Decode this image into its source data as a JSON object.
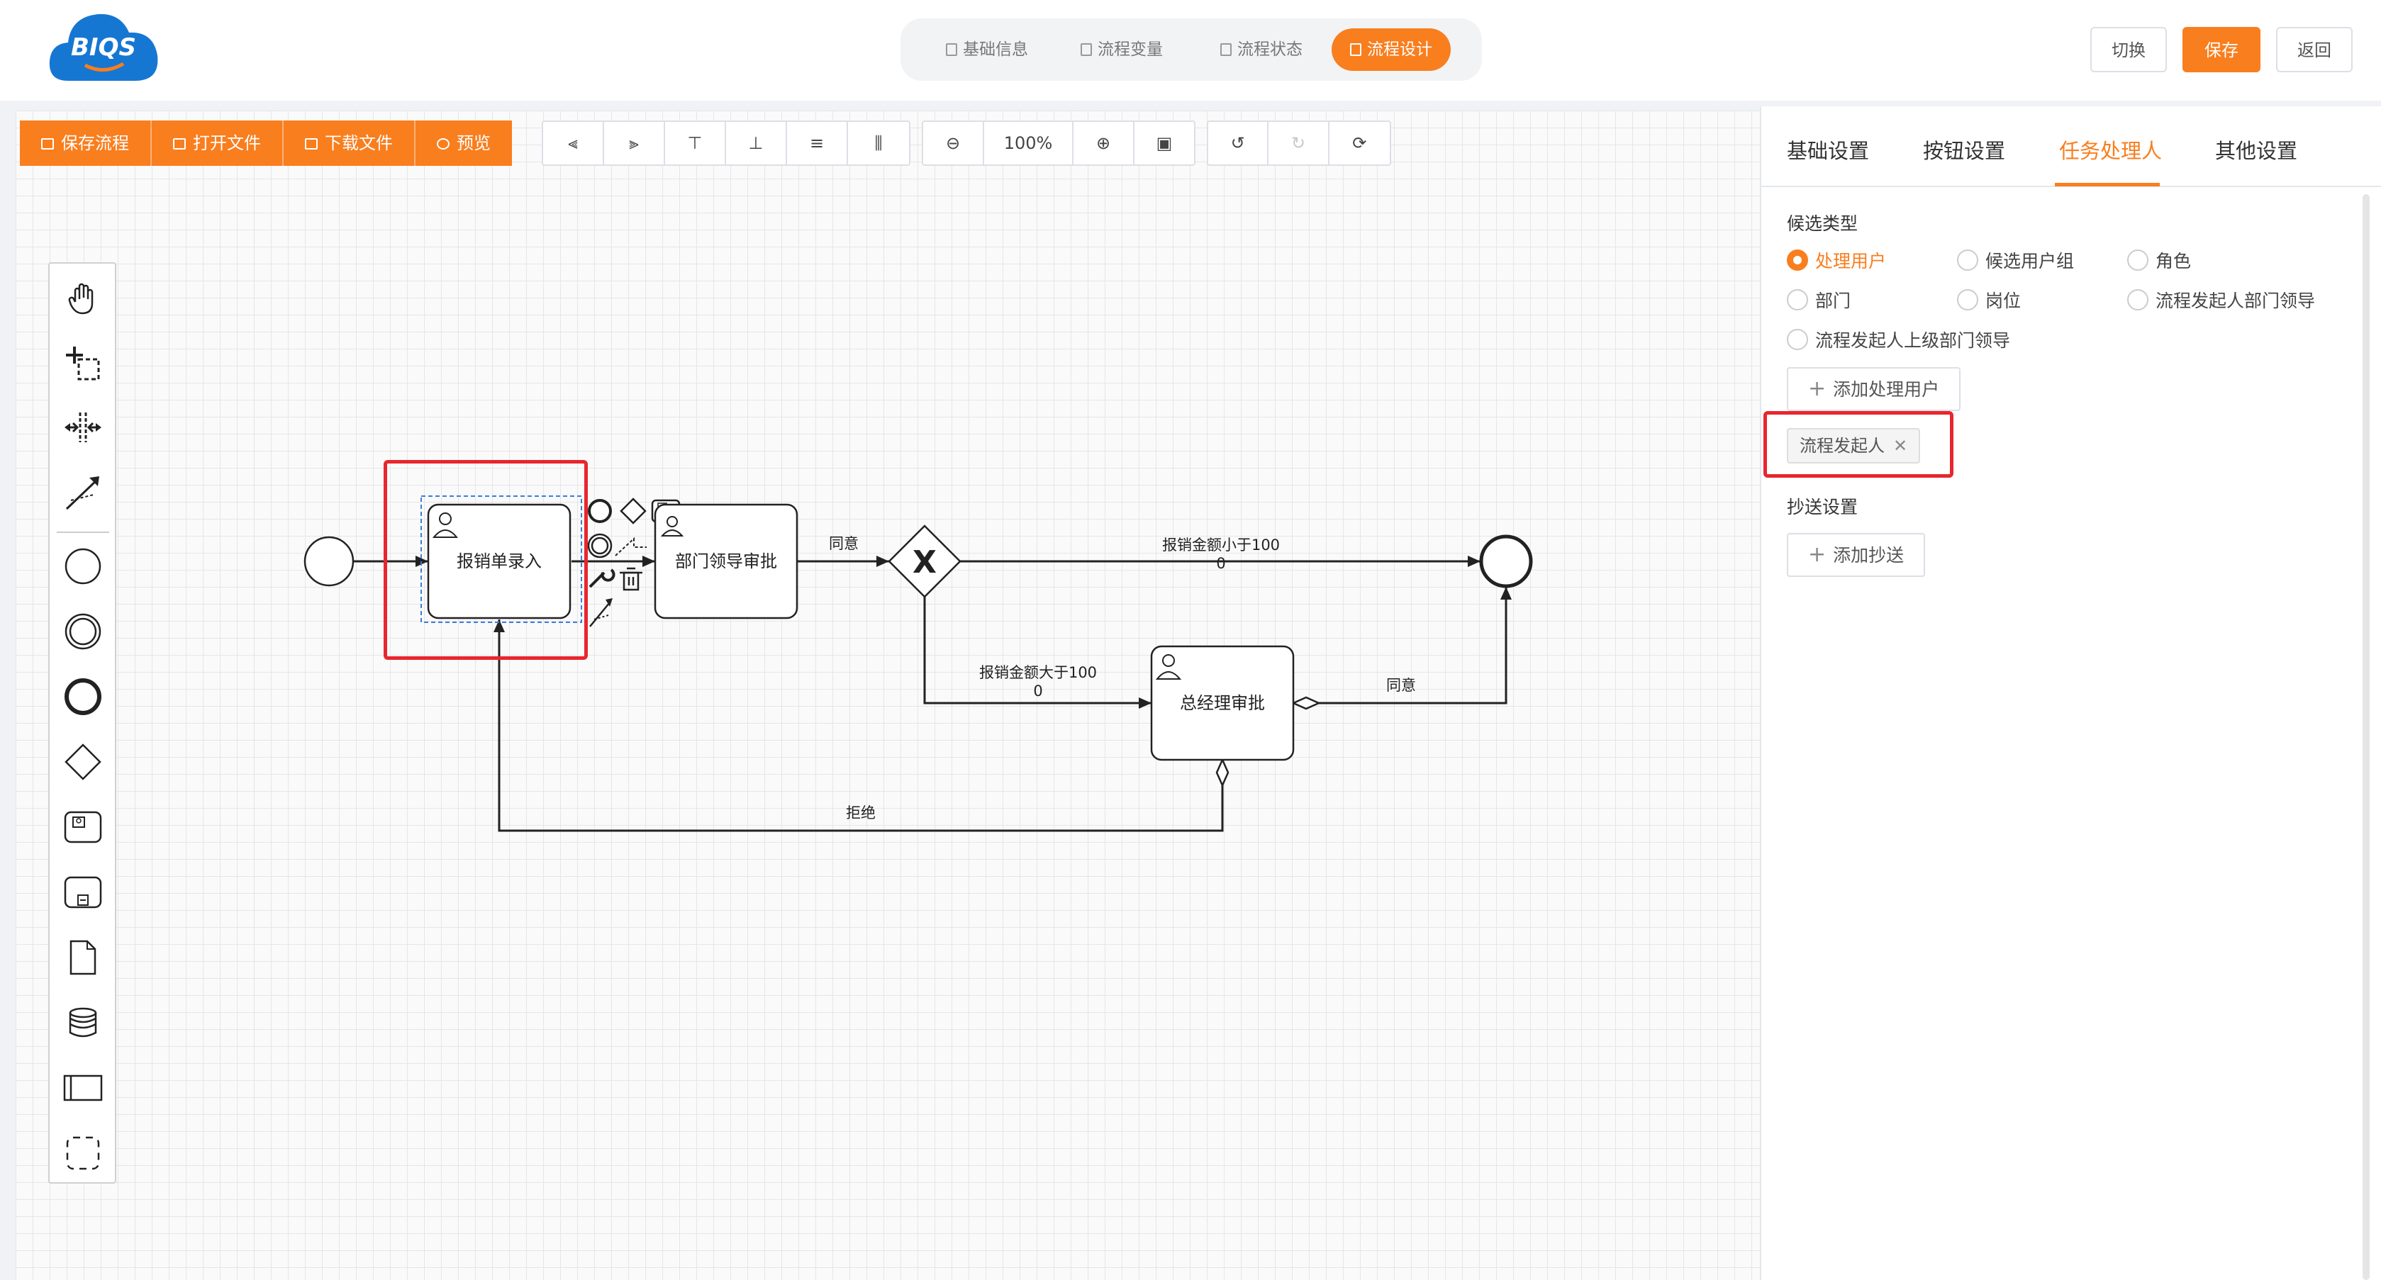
{
  "logo": {
    "text": "BIQS"
  },
  "steps": [
    {
      "label": "基础信息",
      "active": false
    },
    {
      "label": "流程变量",
      "active": false
    },
    {
      "label": "流程状态",
      "active": false
    },
    {
      "label": "流程设计",
      "active": true
    }
  ],
  "header_buttons": {
    "switch": "切换",
    "save": "保存",
    "back": "返回"
  },
  "toolbar": {
    "save_flow": "保存流程",
    "open_file": "打开文件",
    "download_file": "下载文件",
    "preview": "预览",
    "zoom": "100%"
  },
  "diagram": {
    "tasks": {
      "entry": "报销单录入",
      "dept": "部门领导审批",
      "gm": "总经理审批"
    },
    "flows": {
      "agree1": "同意",
      "less_label": "报销金额小于100",
      "less_value": "0",
      "more_label": "报销金额大于100",
      "more_value": "0",
      "agree2": "同意",
      "reject": "拒绝"
    },
    "gateway_mark": "X"
  },
  "panel": {
    "tabs": [
      "基础设置",
      "按钮设置",
      "任务处理人",
      "其他设置"
    ],
    "active_tab": "任务处理人",
    "candidate_type_label": "候选类型",
    "options": [
      {
        "label": "处理用户",
        "checked": true
      },
      {
        "label": "候选用户组",
        "checked": false
      },
      {
        "label": "角色",
        "checked": false
      },
      {
        "label": "部门",
        "checked": false
      },
      {
        "label": "岗位",
        "checked": false
      },
      {
        "label": "流程发起人部门领导",
        "checked": false
      },
      {
        "label": "流程发起人上级部门领导",
        "checked": false
      }
    ],
    "add_user_button": "添加处理用户",
    "selected_tag": "流程发起人",
    "cc_label": "抄送设置",
    "add_cc_button": "添加抄送"
  },
  "colors": {
    "accent": "#f97e1e",
    "highlight": "#e8262d",
    "selection": "#3b7ddd"
  }
}
